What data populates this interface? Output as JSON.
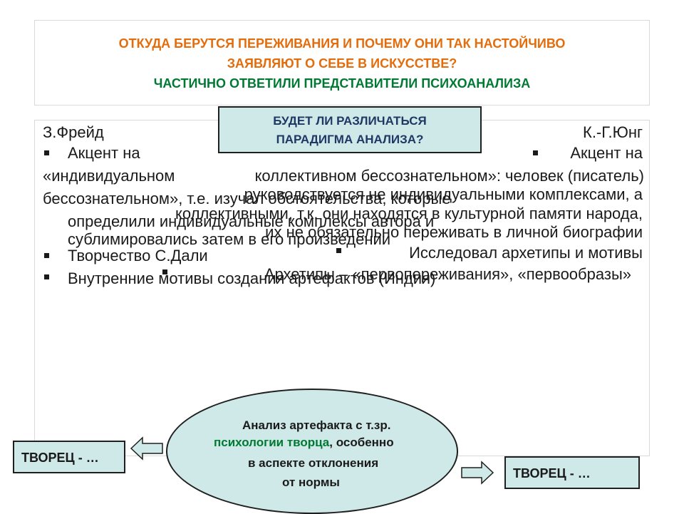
{
  "header": {
    "line1": "ОТКУДА БЕРУТСЯ ПЕРЕЖИВАНИЯ И ПОЧЕМУ ОНИ ТАК НАСТОЙЧИВО",
    "line2": "ЗАЯВЛЯЮТ О СЕБЕ В ИСКУССТВЕ?",
    "line3": "ЧАСТИЧНО ОТВЕТИЛИ ПРЕДСТАВИТЕЛИ ПСИХОАНАЛИЗА"
  },
  "question": {
    "line1": "БУДЕТ ЛИ РАЗЛИЧАТЬСЯ",
    "line2": "ПАРАДИГМА АНАЛИЗА?"
  },
  "freud": {
    "name": "З.Фрейд",
    "b1_l1": "Акцент на",
    "b1_l2": "«индивидуальном",
    "b1_l3": "бессознательном», т.е. изучал обстоятельства, которые",
    "b1_l4": "определили индивидуальные комплексы автора и",
    "b1_l5": "сублимировались затем в его произведении",
    "b2": "Творчество С.Дали",
    "b3": "Внутренние мотивы создания артефактов (Индия)"
  },
  "jung": {
    "name": "К.-Г.Юнг",
    "b1_l1": "Акцент на",
    "b1_l2": "коллективном бессознательном»: человек (писатель)",
    "b1_l3": "руководствуется не индивидуальными комплексами, а",
    "b1_l4": "коллективными, т.к. они находятся в культурной памяти народа,",
    "b1_l5": "их не обязательно переживать в личной биографии",
    "b2": "Исследовал архетипы и мотивы",
    "b3": "Архетипы – «первопереживания», «первообразы»"
  },
  "ellipse": {
    "line1": "Анализ артефакта с т.зр.",
    "line2_green": "психологии творца",
    "line2_rest": ", особенно",
    "line3": "в аспекте отклонения",
    "line4": "от нормы"
  },
  "creator_left": "ТВОРЕЦ - …",
  "creator_right": "ТВОРЕЦ - …",
  "colors": {
    "orange": "#e46c0a",
    "green": "#007a33",
    "box_fill": "#cfe8e8",
    "question_text": "#1f3864"
  }
}
